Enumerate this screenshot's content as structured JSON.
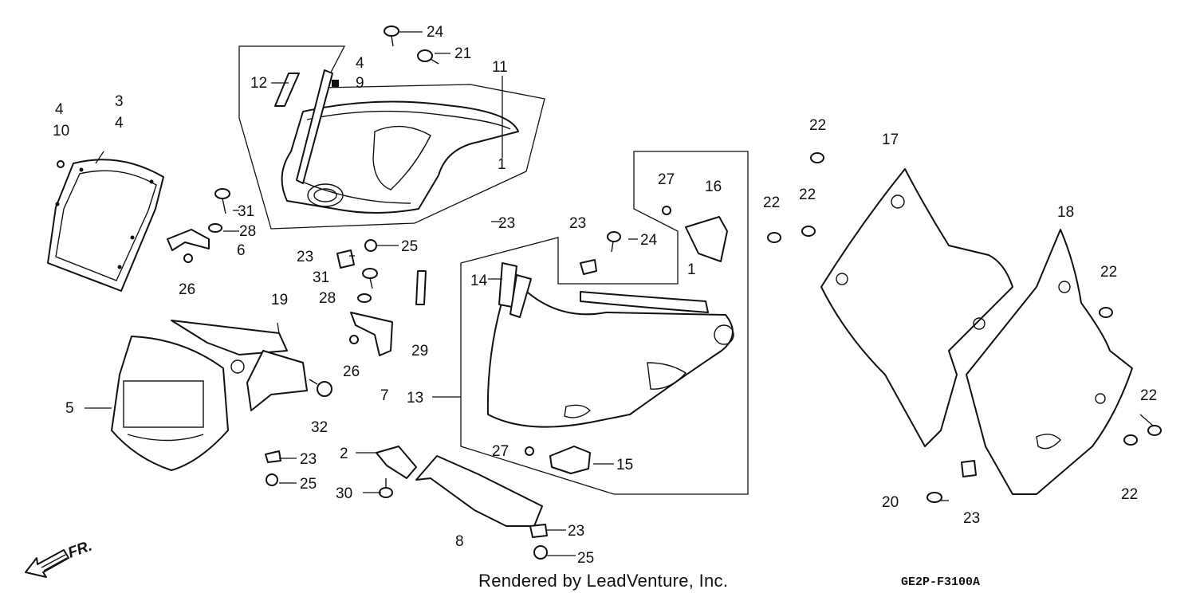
{
  "footer": {
    "credit": "Rendered by LeadVenture, Inc.",
    "diagram_code": "GE2P-F3100A"
  },
  "direction_label": "FR.",
  "callouts": [
    {
      "id": "c24a",
      "text": "24"
    },
    {
      "id": "c21",
      "text": "21"
    },
    {
      "id": "c4a",
      "text": "4"
    },
    {
      "id": "c9",
      "text": "9"
    },
    {
      "id": "c12",
      "text": "12"
    },
    {
      "id": "c11",
      "text": "11"
    },
    {
      "id": "c1a",
      "text": "1"
    },
    {
      "id": "c4b",
      "text": "4"
    },
    {
      "id": "c10",
      "text": "10"
    },
    {
      "id": "c3",
      "text": "3"
    },
    {
      "id": "c4c",
      "text": "4"
    },
    {
      "id": "c31a",
      "text": "31"
    },
    {
      "id": "c28a",
      "text": "28"
    },
    {
      "id": "c6",
      "text": "6"
    },
    {
      "id": "c26a",
      "text": "26"
    },
    {
      "id": "c23a",
      "text": "23"
    },
    {
      "id": "c25a",
      "text": "25"
    },
    {
      "id": "c23b",
      "text": "23"
    },
    {
      "id": "c31b",
      "text": "31"
    },
    {
      "id": "c28b",
      "text": "28"
    },
    {
      "id": "c29",
      "text": "29"
    },
    {
      "id": "c26b",
      "text": "26"
    },
    {
      "id": "c7",
      "text": "7"
    },
    {
      "id": "c19",
      "text": "19"
    },
    {
      "id": "c32",
      "text": "32"
    },
    {
      "id": "c5",
      "text": "5"
    },
    {
      "id": "c23c",
      "text": "23"
    },
    {
      "id": "c25b",
      "text": "25"
    },
    {
      "id": "c2",
      "text": "2"
    },
    {
      "id": "c30",
      "text": "30"
    },
    {
      "id": "c8",
      "text": "8"
    },
    {
      "id": "c23d",
      "text": "23"
    },
    {
      "id": "c25c",
      "text": "25"
    },
    {
      "id": "c27a",
      "text": "27"
    },
    {
      "id": "c16",
      "text": "16"
    },
    {
      "id": "c23e",
      "text": "23"
    },
    {
      "id": "c24b",
      "text": "24"
    },
    {
      "id": "c14",
      "text": "14"
    },
    {
      "id": "c1b",
      "text": "1"
    },
    {
      "id": "c13",
      "text": "13"
    },
    {
      "id": "c27b",
      "text": "27"
    },
    {
      "id": "c15",
      "text": "15"
    },
    {
      "id": "c22a",
      "text": "22"
    },
    {
      "id": "c22b",
      "text": "22"
    },
    {
      "id": "c22c",
      "text": "22"
    },
    {
      "id": "c17",
      "text": "17"
    },
    {
      "id": "c18",
      "text": "18"
    },
    {
      "id": "c22d",
      "text": "22"
    },
    {
      "id": "c22e",
      "text": "22"
    },
    {
      "id": "c22f",
      "text": "22"
    },
    {
      "id": "c20",
      "text": "20"
    },
    {
      "id": "c23f",
      "text": "23"
    }
  ]
}
